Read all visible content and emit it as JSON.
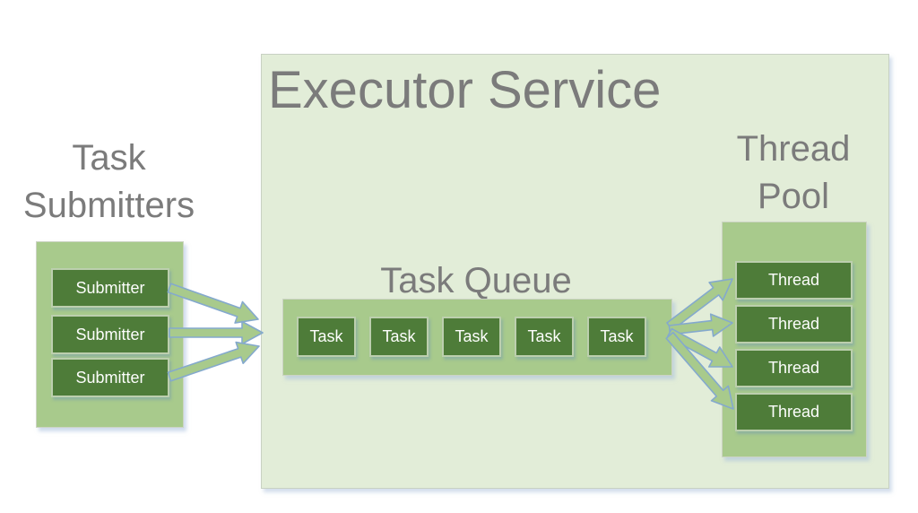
{
  "colors": {
    "executor_fill": "#e2edd8",
    "executor_border": "#c8d1c3",
    "container_fill": "#a8ca8c",
    "container_border": "#ccd4c4",
    "box_fill": "#4e7c39",
    "box_border": "#bccfae",
    "box_text": "#fdfefc",
    "label_gray": "#7b7b7b",
    "arrow_fill": "#a8ca8c",
    "arrow_stroke": "#84a9cd"
  },
  "executor_service": {
    "title": "Executor Service"
  },
  "task_submitters": {
    "title": [
      "Task",
      "Submitters"
    ],
    "items": [
      "Submitter",
      "Submitter",
      "Submitter"
    ]
  },
  "task_queue": {
    "title": "Task Queue",
    "items": [
      "Task",
      "Task",
      "Task",
      "Task",
      "Task"
    ]
  },
  "thread_pool": {
    "title": [
      "Thread",
      "Pool"
    ],
    "items": [
      "Thread",
      "Thread",
      "Thread",
      "Thread"
    ]
  },
  "arrows": {
    "submitters_to_queue_count": 3,
    "queue_to_threads_count": 4
  }
}
